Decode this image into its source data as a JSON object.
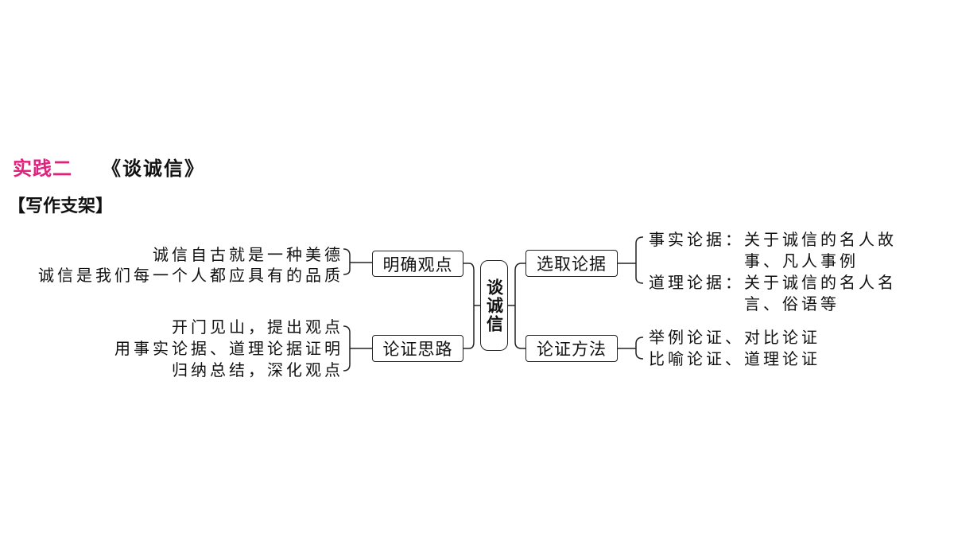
{
  "header": {
    "section_label": "实践二",
    "title": "《谈诚信》",
    "subheading": "【写作支架】"
  },
  "diagram": {
    "center": "谈诚信",
    "left_branches": [
      {
        "label": "明确观点",
        "items": [
          "诚信自古就是一种美德",
          "诚信是我们每一个人都应具有的品质"
        ]
      },
      {
        "label": "论证思路",
        "items": [
          "开门见山，提出观点",
          "用事实论据、道理论据证明",
          "归纳总结，深化观点"
        ]
      }
    ],
    "right_branches": [
      {
        "label": "选取论据",
        "items": [
          {
            "name": "事实论据",
            "sep": "：",
            "line1": "关于诚信的名人故",
            "line2": "事、凡人事例"
          },
          {
            "name": "道理论据",
            "sep": "：",
            "line1": "关于诚信的名人名",
            "line2": "言、俗语等"
          }
        ]
      },
      {
        "label": "论证方法",
        "items": [
          "举例论证、对比论证",
          "比喻论证、道理论证"
        ]
      }
    ]
  }
}
